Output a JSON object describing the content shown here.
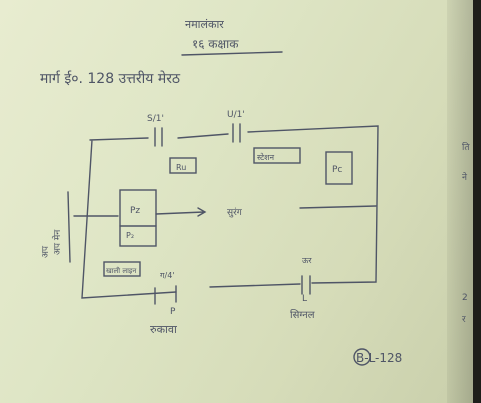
{
  "header": {
    "line1": "नमालंकार",
    "line2": "१६ कक्षाक",
    "line3": "मार्ग ई०. 128 उत्तरीय मेरठ"
  },
  "labels": {
    "top_left_signal": "S/1'",
    "top_right_signal": "U/1'",
    "box_ru": "Ru",
    "box_station": "स्टेशन",
    "box_pc": "Pc",
    "left_vertical": "अप मेन",
    "box_pz": "Pz",
    "box_pz2": "P₂",
    "arrow_label": "सुरंग",
    "box_bottom_left": "खाली लाइन",
    "bottom_mid_signal": "ग/4'",
    "bottom_right_signal": "ऊर",
    "bottom_left_label": "रुकावा",
    "bottom_right_label": "सिग्नल",
    "bottom_marker_left": "P",
    "bottom_marker_right": "L",
    "code": "B-L-128"
  },
  "colors": {
    "paper": "#dfe6c6",
    "ink": "#4f5566"
  }
}
